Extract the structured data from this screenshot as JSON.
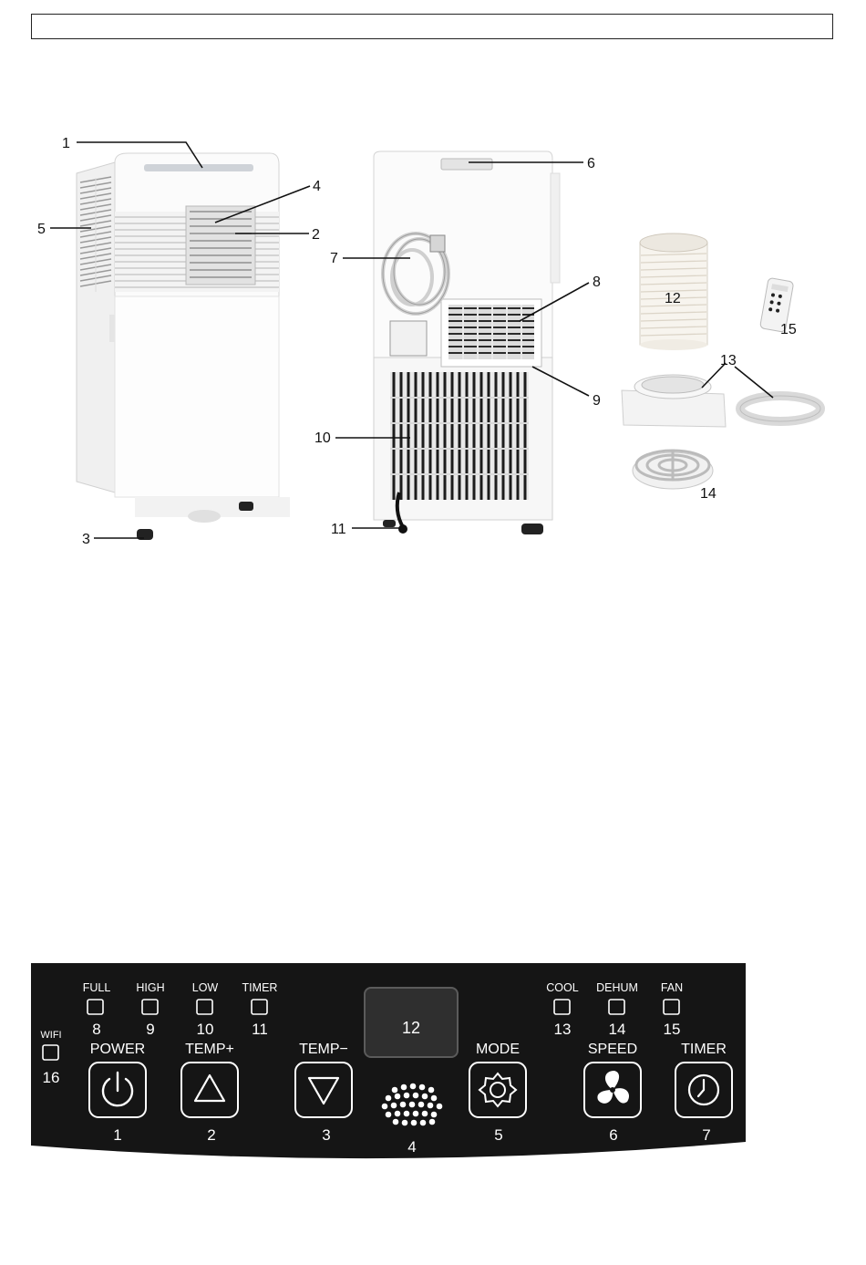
{
  "figure": {
    "callouts": {
      "c1": "1",
      "c2": "2",
      "c3": "3",
      "c4": "4",
      "c5": "5",
      "c6": "6",
      "c7": "7",
      "c8": "8",
      "c9": "9",
      "c10": "10",
      "c11": "11",
      "c12": "12",
      "c13": "13",
      "c14": "14",
      "c15": "15"
    }
  },
  "panel": {
    "indicators": [
      {
        "label": "FULL",
        "number": "8"
      },
      {
        "label": "HIGH",
        "number": "9"
      },
      {
        "label": "LOW",
        "number": "10"
      },
      {
        "label": "TIMER",
        "number": "11"
      },
      {
        "label": "COOL",
        "number": "13"
      },
      {
        "label": "DEHUM",
        "number": "14"
      },
      {
        "label": "FAN",
        "number": "15"
      },
      {
        "label": "WIFI",
        "number": "16"
      }
    ],
    "display_number": "12",
    "buttons": [
      {
        "label": "POWER",
        "number": "1",
        "icon": "power-icon"
      },
      {
        "label": "TEMP+",
        "number": "2",
        "icon": "triangle-up-icon"
      },
      {
        "label": "TEMP−",
        "number": "3",
        "icon": "triangle-down-icon"
      },
      {
        "label": "MODE",
        "number": "5",
        "icon": "gear-icon"
      },
      {
        "label": "SPEED",
        "number": "6",
        "icon": "fan-icon"
      },
      {
        "label": "TIMER",
        "number": "7",
        "icon": "clock-icon"
      }
    ],
    "receiver_number": "4"
  }
}
